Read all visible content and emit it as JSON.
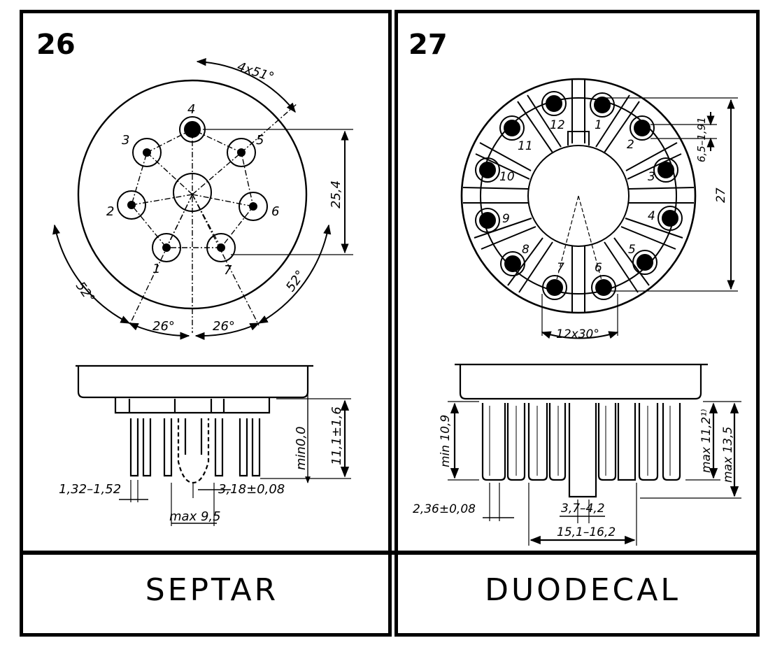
{
  "panels": [
    {
      "number": "26",
      "caption": "SEPTAR",
      "pins": [
        "1",
        "2",
        "3",
        "4",
        "5",
        "6",
        "7"
      ],
      "dims": {
        "spacing_top": "4x51°",
        "angle_left": "52°",
        "angle_right": "52°",
        "angle_bl": "26°",
        "angle_br": "26°",
        "row_height": "25,4",
        "pin_length": "11,1±1,6",
        "min_length": "min0,0",
        "pin_dia": "1,32–1,52",
        "center_dia": "3,18±0,08",
        "max_width": "max 9,5"
      }
    },
    {
      "number": "27",
      "caption": "DUODECAL",
      "pins": [
        "1",
        "2",
        "3",
        "4",
        "5",
        "6",
        "7",
        "8",
        "9",
        "10",
        "11",
        "12"
      ],
      "dims": {
        "spacing_bottom": "12x30°",
        "circle_dia": "27",
        "key_width": "6,5–1,91",
        "min_len": "min 10,9",
        "max_len_a": "max 11,2¹⁾",
        "max_len_b": "max 13,5",
        "pin_dia": "2,36±0,08",
        "key_dia": "3,7–4,2",
        "hub_dia": "15,1–16,2"
      }
    }
  ]
}
